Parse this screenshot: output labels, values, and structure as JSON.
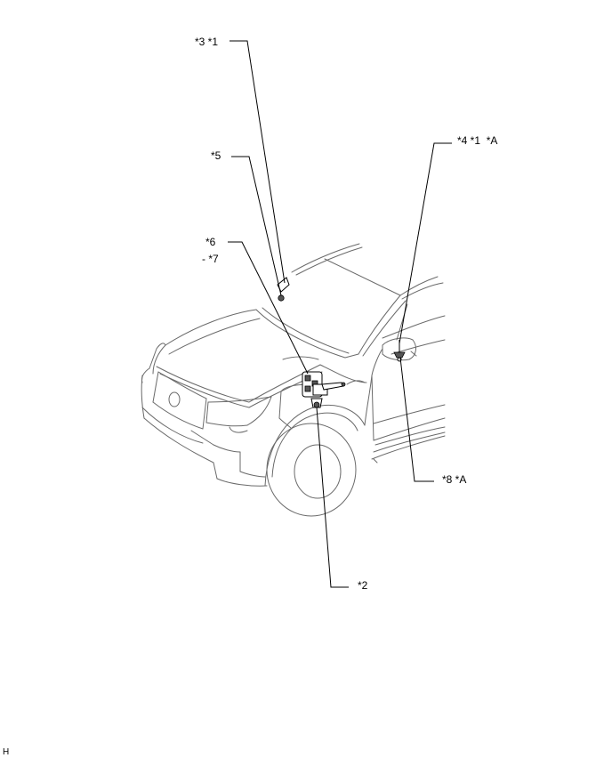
{
  "callouts": {
    "c3_1": "*3 *1",
    "c5": "*5",
    "c6": "*6",
    "c7": "- *7",
    "c4_1_A": "*4 *1  *A",
    "c8_A": "*8 *A",
    "c2": "*2"
  },
  "corner_mark": "H"
}
